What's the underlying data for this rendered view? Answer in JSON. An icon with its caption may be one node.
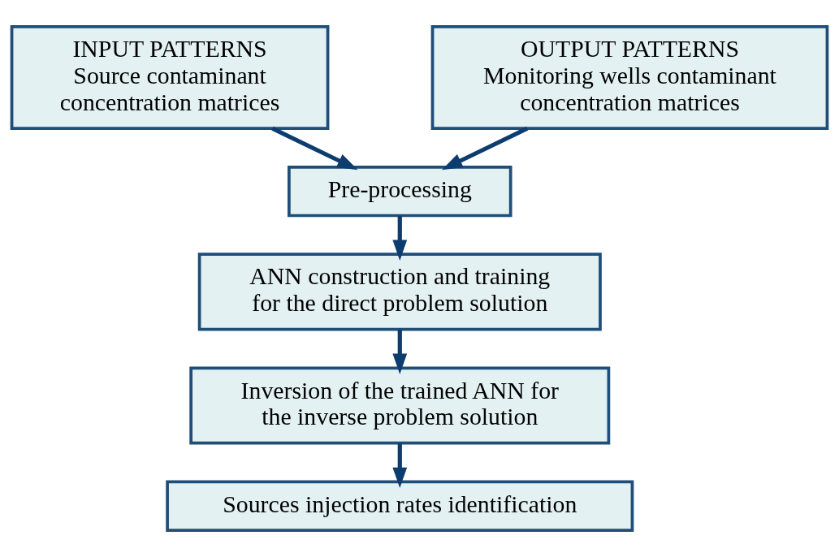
{
  "diagram": {
    "nodes": [
      {
        "text": [
          "INPUT PATTERNS",
          "Source contaminant concentration matrices"
        ]
      },
      {
        "text": [
          "OUTPUT PATTERNS",
          "Monitoring wells contaminant concentration matrices"
        ]
      },
      {
        "text": [
          "Pre-processing"
        ]
      },
      {
        "text": [
          "ANN construction and training for the direct problem solution"
        ]
      },
      {
        "text": [
          "Inversion of the trained ANN for the inverse problem solution"
        ]
      },
      {
        "text": [
          "Sources injection rates identification"
        ]
      }
    ],
    "edges": [
      {
        "from": 0,
        "to": 2,
        "arrow": "to"
      },
      {
        "from": 1,
        "to": 2,
        "arrow": "to"
      },
      {
        "from": 2,
        "to": 3,
        "arrow": "to"
      },
      {
        "from": 3,
        "to": 4,
        "arrow": "to"
      },
      {
        "from": 4,
        "to": 5,
        "arrow": "to"
      }
    ]
  }
}
